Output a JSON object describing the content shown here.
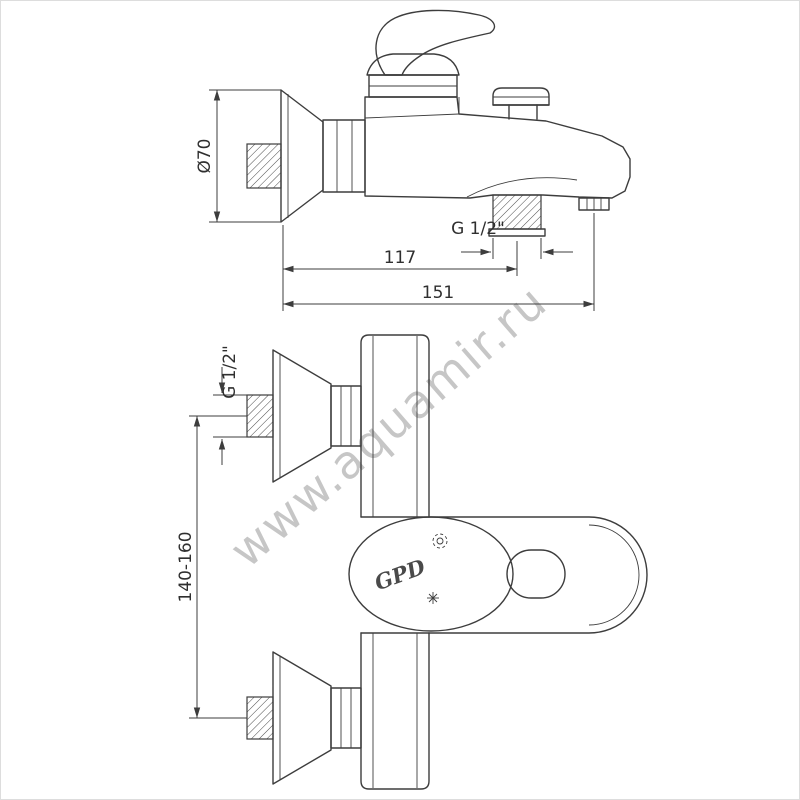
{
  "drawing": {
    "watermark": "www.aquamir.ru",
    "side_view": {
      "diameter_label": "Ø70",
      "thread_label": "G 1/2\"",
      "projection_dim": "117",
      "reach_dim": "151"
    },
    "front_view": {
      "thread_label": "G 1/2\"",
      "mount_distance": "140-160",
      "logo": "GPD"
    },
    "colors": {
      "line": "#3d3d3d",
      "watermark": "#c6c6c6",
      "background": "#ffffff"
    }
  }
}
